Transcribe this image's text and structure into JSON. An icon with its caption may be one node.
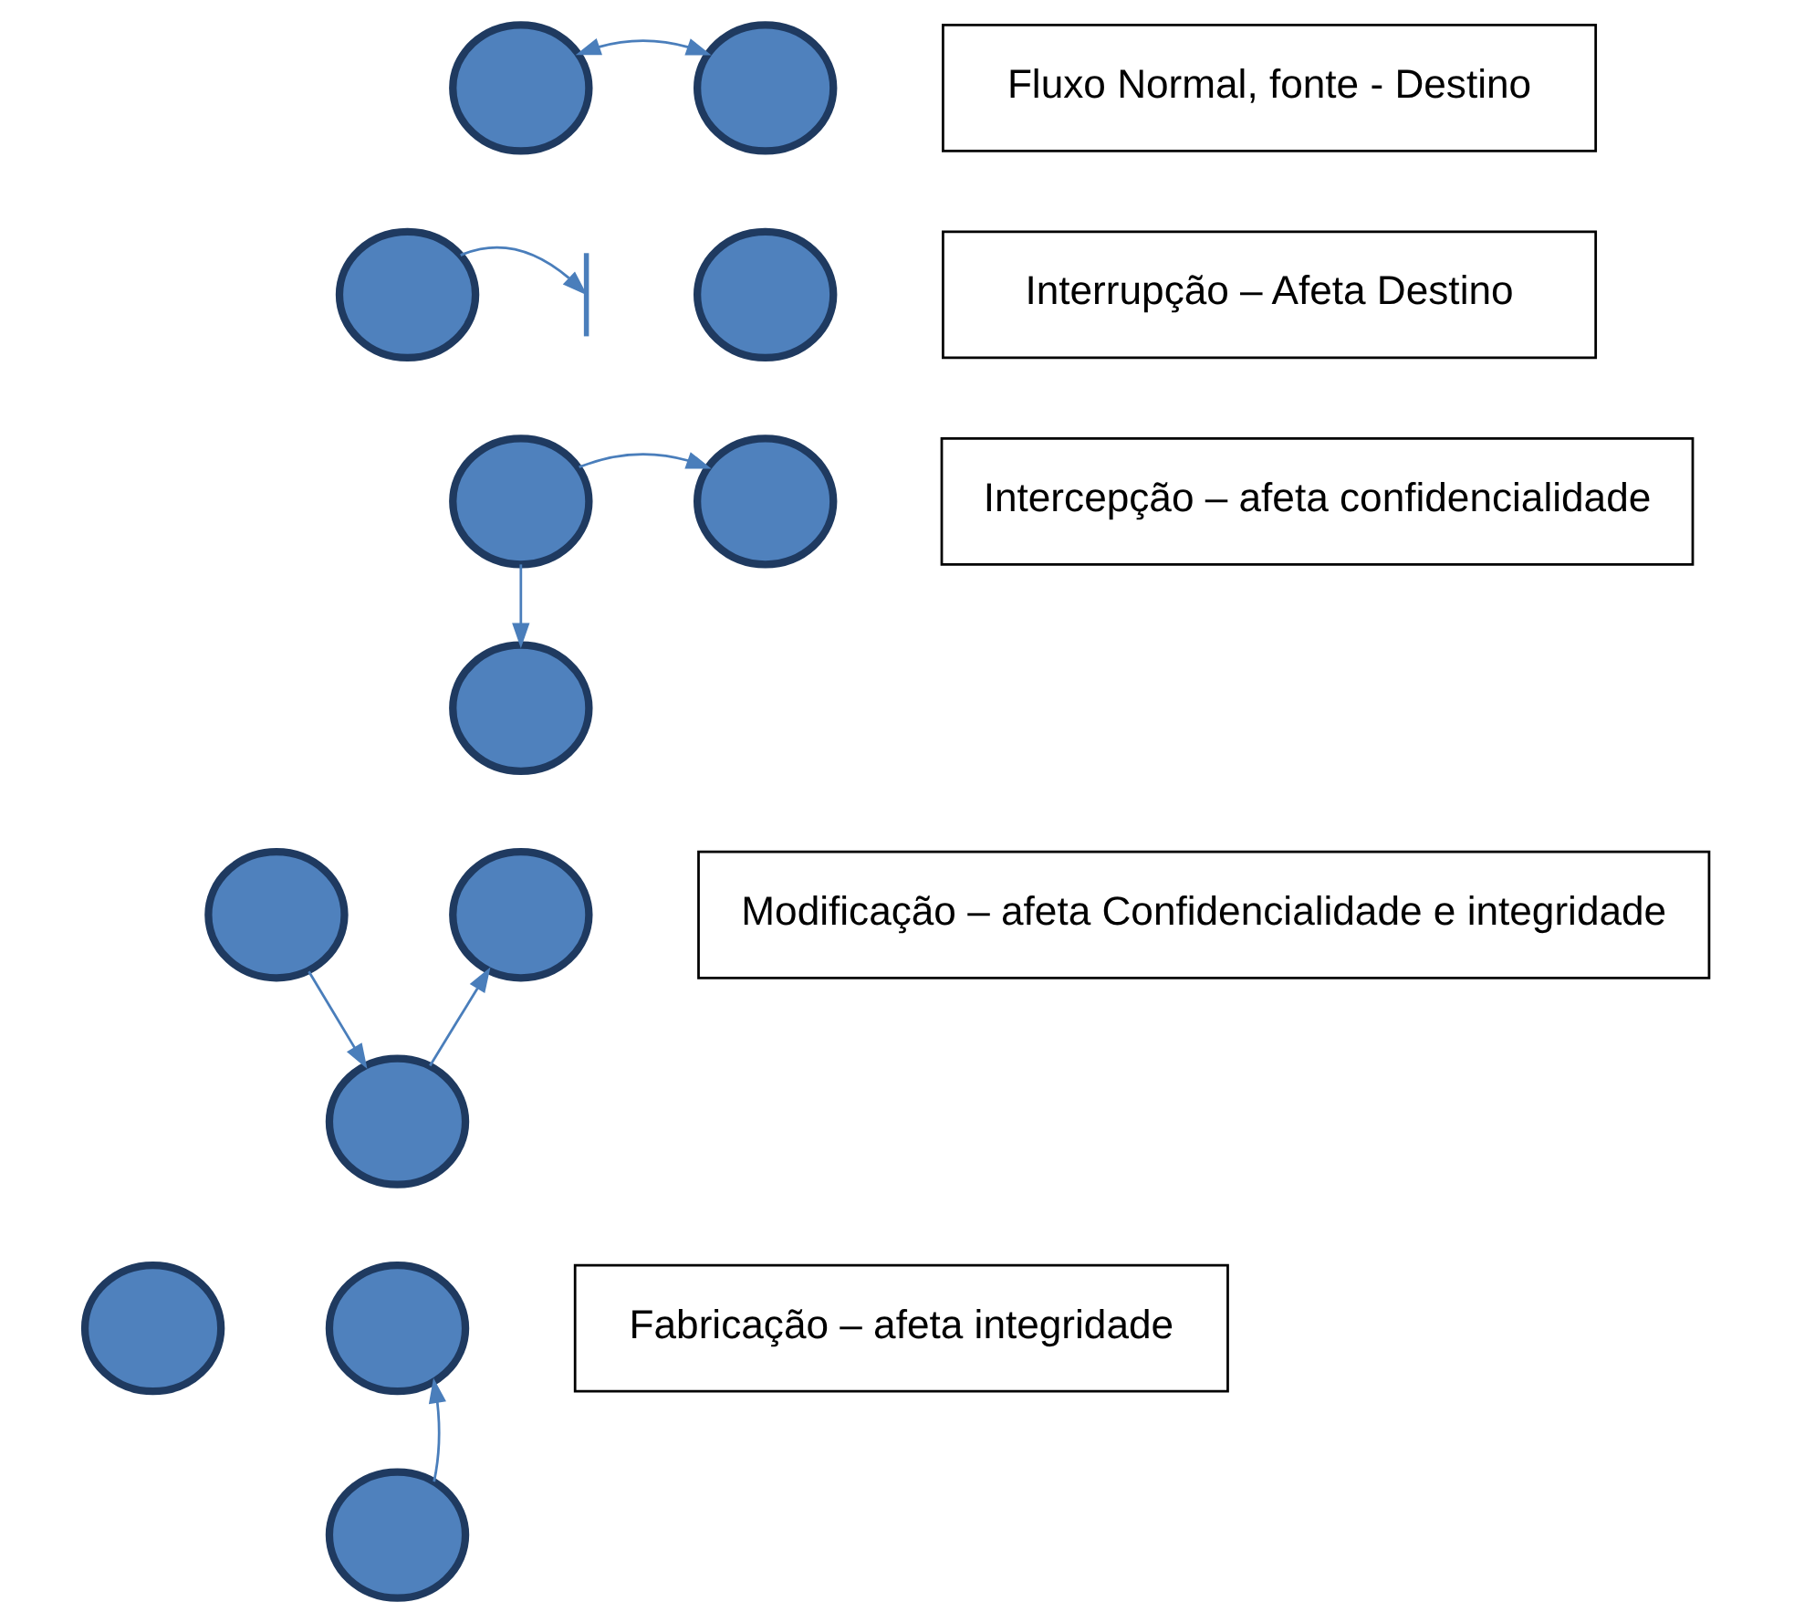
{
  "diagram": {
    "nodes": [
      {
        "text": [],
        "shape": "circle"
      },
      {
        "text": [],
        "shape": "circle"
      },
      {
        "text": [
          "Fluxo Normal, fonte - Destino"
        ]
      },
      {
        "text": [],
        "shape": "circle"
      },
      {
        "text": [],
        "shape": "circle"
      },
      {
        "text": [],
        "shape": "bar"
      },
      {
        "text": [
          "Interrupção – Afeta Destino"
        ]
      },
      {
        "text": [],
        "shape": "circle"
      },
      {
        "text": [],
        "shape": "circle"
      },
      {
        "text": [],
        "shape": "circle"
      },
      {
        "text": [
          "Intercepção – afeta confidencialidade"
        ]
      },
      {
        "text": [],
        "shape": "circle"
      },
      {
        "text": [],
        "shape": "circle"
      },
      {
        "text": [],
        "shape": "circle"
      },
      {
        "text": [
          "Modificação – afeta Confidencialidade e integridade"
        ]
      },
      {
        "text": [],
        "shape": "circle"
      },
      {
        "text": [],
        "shape": "circle"
      },
      {
        "text": [],
        "shape": "circle"
      },
      {
        "text": [
          "Fabricação – afeta integridade"
        ]
      }
    ],
    "edges": [
      {
        "from": 0,
        "to": 1,
        "arrow": "both"
      },
      {
        "from": 3,
        "to": 5,
        "arrow": "to"
      },
      {
        "from": 7,
        "to": 8,
        "arrow": "to"
      },
      {
        "from": 7,
        "to": 9,
        "arrow": "to"
      },
      {
        "from": 11,
        "to": 13,
        "arrow": "to"
      },
      {
        "from": 13,
        "to": 12,
        "arrow": "to"
      },
      {
        "from": 17,
        "to": 16,
        "arrow": "to"
      }
    ]
  }
}
